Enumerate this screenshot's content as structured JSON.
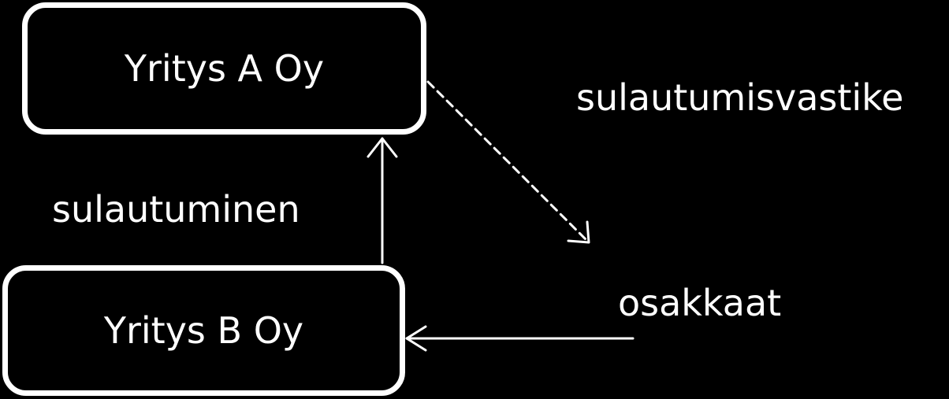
{
  "colors": {
    "background": "#000000",
    "foreground": "#ffffff"
  },
  "nodes": {
    "company_a": "Yritys A Oy",
    "company_b": "Yritys B Oy",
    "shareholders": "osakkaat"
  },
  "edges": {
    "merger_label": "sulautuminen",
    "consideration_label": "sulautumisvastike"
  }
}
